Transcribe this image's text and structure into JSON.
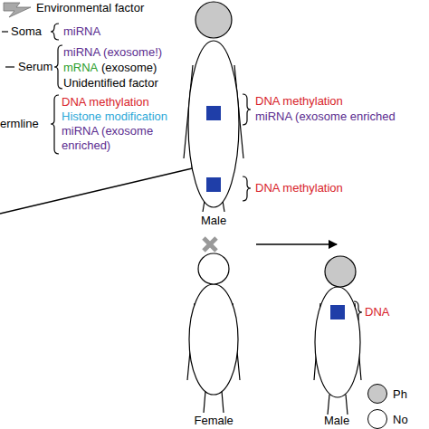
{
  "diagram": {
    "labels": [
      "Environmental factor",
      "Soma",
      "miRNA",
      "Serum",
      "miRNA (exosome!)",
      "mRNA",
      "(exosome)",
      "Unidentified factor",
      "ermline",
      "DNA methylation",
      "Histone modification",
      "miRNA (exosome enriched)",
      "DNA methylation",
      "miRNA (exosome enriched",
      "DNA methylation",
      "Male",
      "DNA",
      "Female",
      "Male"
    ],
    "legend": [
      {
        "text": "Ph",
        "color": "#c8c8c8"
      },
      {
        "text": "No",
        "color": "#ffffff"
      }
    ]
  }
}
